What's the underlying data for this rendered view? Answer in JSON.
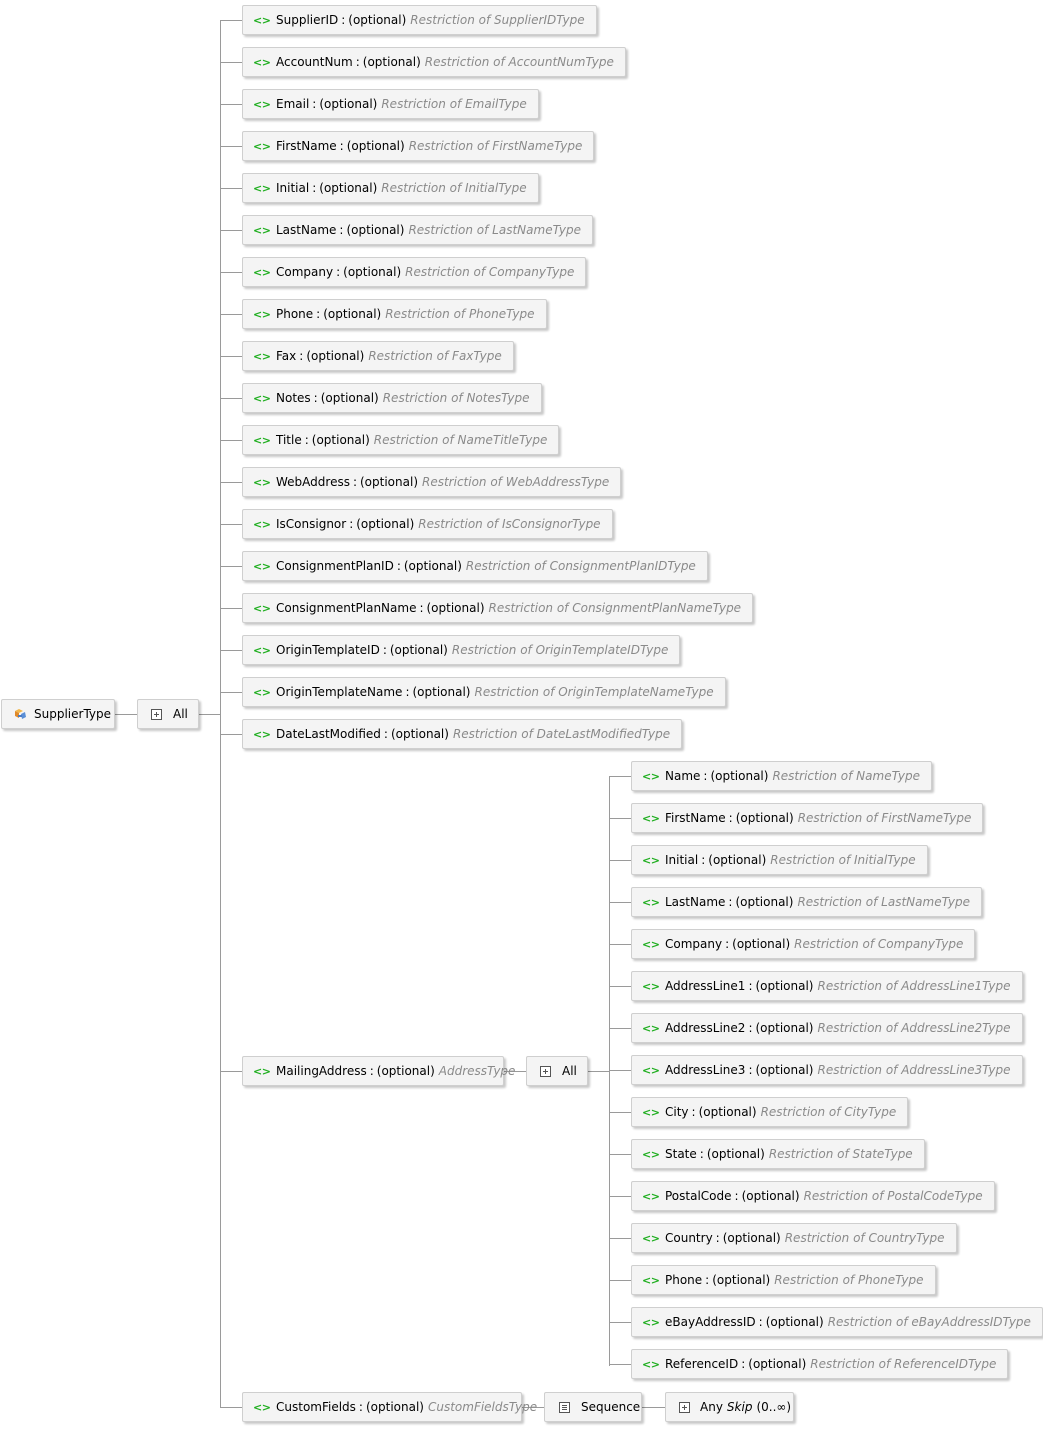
{
  "root": {
    "name": "SupplierType",
    "group": "All"
  },
  "elements": [
    {
      "name": "SupplierID",
      "opt": "(optional)",
      "type": "Restriction of SupplierIDType"
    },
    {
      "name": "AccountNum",
      "opt": "(optional)",
      "type": "Restriction of AccountNumType"
    },
    {
      "name": "Email",
      "opt": "(optional)",
      "type": "Restriction of EmailType"
    },
    {
      "name": "FirstName",
      "opt": "(optional)",
      "type": "Restriction of FirstNameType"
    },
    {
      "name": "Initial",
      "opt": "(optional)",
      "type": "Restriction of InitialType"
    },
    {
      "name": "LastName",
      "opt": "(optional)",
      "type": "Restriction of LastNameType"
    },
    {
      "name": "Company",
      "opt": "(optional)",
      "type": "Restriction of CompanyType"
    },
    {
      "name": "Phone",
      "opt": "(optional)",
      "type": "Restriction of PhoneType"
    },
    {
      "name": "Fax",
      "opt": "(optional)",
      "type": "Restriction of FaxType"
    },
    {
      "name": "Notes",
      "opt": "(optional)",
      "type": "Restriction of NotesType"
    },
    {
      "name": "Title",
      "opt": "(optional)",
      "type": "Restriction of NameTitleType"
    },
    {
      "name": "WebAddress",
      "opt": "(optional)",
      "type": "Restriction of WebAddressType"
    },
    {
      "name": "IsConsignor",
      "opt": "(optional)",
      "type": "Restriction of IsConsignorType"
    },
    {
      "name": "ConsignmentPlanID",
      "opt": "(optional)",
      "type": "Restriction of ConsignmentPlanIDType"
    },
    {
      "name": "ConsignmentPlanName",
      "opt": "(optional)",
      "type": "Restriction of ConsignmentPlanNameType"
    },
    {
      "name": "OriginTemplateID",
      "opt": "(optional)",
      "type": "Restriction of OriginTemplateIDType"
    },
    {
      "name": "OriginTemplateName",
      "opt": "(optional)",
      "type": "Restriction of OriginTemplateNameType"
    },
    {
      "name": "DateLastModified",
      "opt": "(optional)",
      "type": "Restriction of DateLastModifiedType"
    }
  ],
  "mailing": {
    "name": "MailingAddress",
    "opt": "(optional)",
    "type": "AddressType",
    "group": "All",
    "children": [
      {
        "name": "Name",
        "opt": "(optional)",
        "type": "Restriction of NameType"
      },
      {
        "name": "FirstName",
        "opt": "(optional)",
        "type": "Restriction of FirstNameType"
      },
      {
        "name": "Initial",
        "opt": "(optional)",
        "type": "Restriction of InitialType"
      },
      {
        "name": "LastName",
        "opt": "(optional)",
        "type": "Restriction of LastNameType"
      },
      {
        "name": "Company",
        "opt": "(optional)",
        "type": "Restriction of CompanyType"
      },
      {
        "name": "AddressLine1",
        "opt": "(optional)",
        "type": "Restriction of AddressLine1Type"
      },
      {
        "name": "AddressLine2",
        "opt": "(optional)",
        "type": "Restriction of AddressLine2Type"
      },
      {
        "name": "AddressLine3",
        "opt": "(optional)",
        "type": "Restriction of AddressLine3Type"
      },
      {
        "name": "City",
        "opt": "(optional)",
        "type": "Restriction of CityType"
      },
      {
        "name": "State",
        "opt": "(optional)",
        "type": "Restriction of StateType"
      },
      {
        "name": "PostalCode",
        "opt": "(optional)",
        "type": "Restriction of PostalCodeType"
      },
      {
        "name": "Country",
        "opt": "(optional)",
        "type": "Restriction of CountryType"
      },
      {
        "name": "Phone",
        "opt": "(optional)",
        "type": "Restriction of PhoneType"
      },
      {
        "name": "eBayAddressID",
        "opt": "(optional)",
        "type": "Restriction of eBayAddressIDType"
      },
      {
        "name": "ReferenceID",
        "opt": "(optional)",
        "type": "Restriction of ReferenceIDType"
      }
    ]
  },
  "custom": {
    "name": "CustomFields",
    "opt": "(optional)",
    "type": "CustomFieldsType",
    "sequence": "Sequence",
    "any": {
      "label": "Any",
      "process": "Skip",
      "occurs": "(0..∞)"
    }
  },
  "element_icon": "<>",
  "colors": {
    "element_icon": "#1fae1f",
    "type_text": "#8a8a8a",
    "connector": "#9a9a9a",
    "node_bg": "#f4f4f4"
  }
}
